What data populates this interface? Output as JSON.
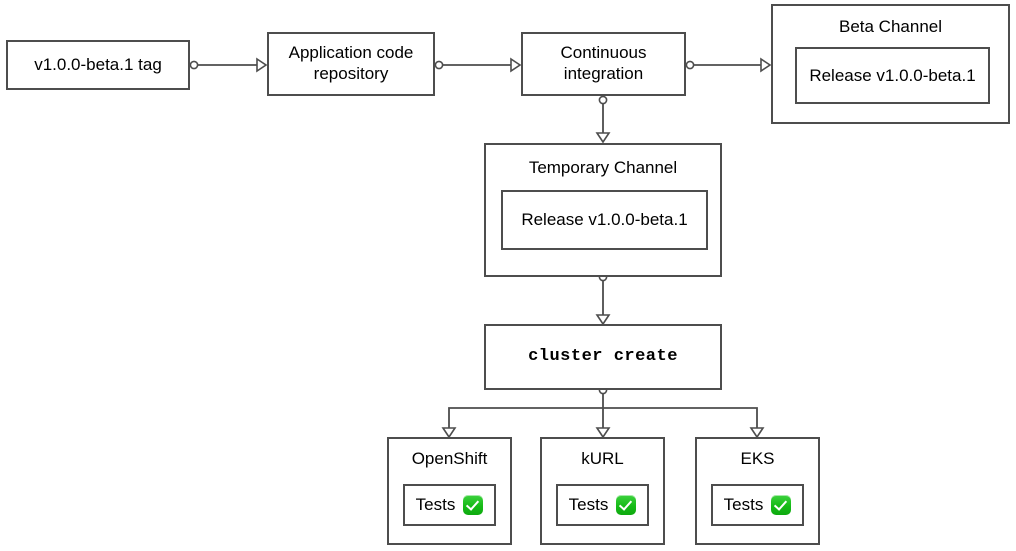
{
  "diagram": {
    "type": "flowchart",
    "background_color": "#ffffff",
    "stroke_color": "#4d4d4d",
    "accent_color": "#16bb17",
    "nodes": [
      {
        "id": "tag",
        "label": "v1.0.0-beta.1 tag"
      },
      {
        "id": "repo",
        "label": "Application code\nrepository"
      },
      {
        "id": "ci",
        "label": "Continuous\nintegration"
      },
      {
        "id": "cluster",
        "label": "cluster create"
      }
    ],
    "groups": [
      {
        "id": "beta-channel",
        "title": "Beta Channel",
        "inner_label": "Release v1.0.0-beta.1"
      },
      {
        "id": "temporary-channel",
        "title": "Temporary Channel",
        "inner_label": "Release v1.0.0-beta.1"
      }
    ],
    "platforms": [
      {
        "id": "openshift",
        "title": "OpenShift",
        "test_label": "Tests",
        "status_icon": "check-mark-button-icon"
      },
      {
        "id": "kurl",
        "title": "kURL",
        "test_label": "Tests",
        "status_icon": "check-mark-button-icon"
      },
      {
        "id": "eks",
        "title": "EKS",
        "test_label": "Tests",
        "status_icon": "check-mark-button-icon"
      }
    ],
    "edges": [
      {
        "from": "tag",
        "to": "repo",
        "style": "circle-to-arrow"
      },
      {
        "from": "repo",
        "to": "ci",
        "style": "circle-to-arrow"
      },
      {
        "from": "ci",
        "to": "beta-channel",
        "style": "circle-to-arrow"
      },
      {
        "from": "ci",
        "to": "temporary-channel",
        "style": "circle-to-arrow"
      },
      {
        "from": "temporary-channel",
        "to": "cluster",
        "style": "circle-to-arrow"
      },
      {
        "from": "cluster",
        "to": "openshift",
        "style": "circle-to-arrow"
      },
      {
        "from": "cluster",
        "to": "kurl",
        "style": "circle-to-arrow"
      },
      {
        "from": "cluster",
        "to": "eks",
        "style": "circle-to-arrow"
      }
    ]
  }
}
